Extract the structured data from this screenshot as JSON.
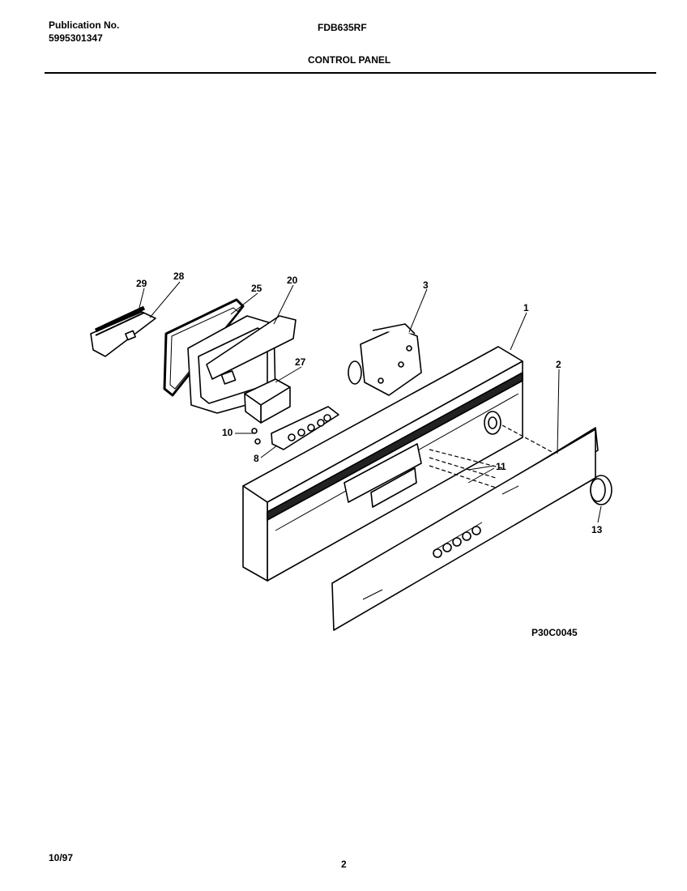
{
  "header": {
    "pub_label": "Publication No.",
    "pub_number": "5995301347",
    "model": "FDB635RF",
    "section_title": "CONTROL PANEL"
  },
  "diagram": {
    "callouts": [
      "29",
      "28",
      "25",
      "20",
      "3",
      "1",
      "27",
      "2",
      "10",
      "8",
      "11",
      "13"
    ],
    "figure_code": "P30C0045"
  },
  "footer": {
    "date": "10/97",
    "page": "2"
  }
}
